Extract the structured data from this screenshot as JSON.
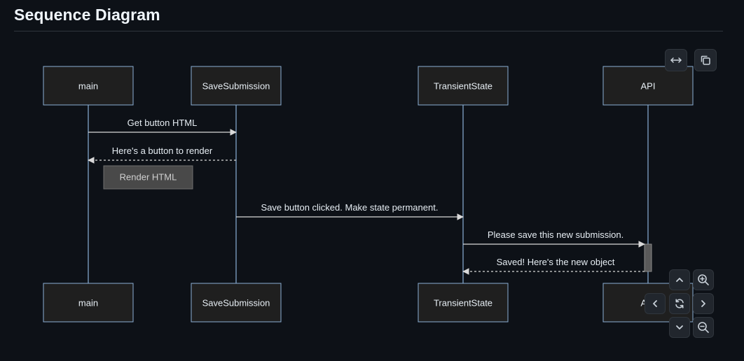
{
  "header": {
    "title": "Sequence Diagram"
  },
  "diagram": {
    "participants": [
      {
        "id": "main",
        "label": "main"
      },
      {
        "id": "save",
        "label": "SaveSubmission"
      },
      {
        "id": "state",
        "label": "TransientState"
      },
      {
        "id": "api",
        "label": "API"
      }
    ],
    "messages": [
      {
        "from": "main",
        "to": "save",
        "label": "Get button HTML",
        "style": "solid"
      },
      {
        "from": "save",
        "to": "main",
        "label": "Here's a button to render",
        "style": "dashed"
      },
      {
        "from": "save",
        "to": "state",
        "label": "Save button clicked. Make state permanent.",
        "style": "solid"
      },
      {
        "from": "state",
        "to": "api",
        "label": "Please save this new submission.",
        "style": "solid"
      },
      {
        "from": "api",
        "to": "state",
        "label": "Saved! Here's the new object",
        "style": "dashed"
      }
    ],
    "note": {
      "over": "main",
      "text": "Render HTML"
    },
    "activation": {
      "on": "api"
    }
  },
  "toolbar": {
    "fullscreen_icon": "expand-horizontal-icon",
    "copy_icon": "copy-icon"
  },
  "nav_controls": {
    "up_icon": "chevron-up-icon",
    "down_icon": "chevron-down-icon",
    "left_icon": "chevron-left-icon",
    "right_icon": "chevron-right-icon",
    "reset_icon": "reset-icon",
    "zoom_in_icon": "zoom-in-icon",
    "zoom_out_icon": "zoom-out-icon"
  },
  "colors": {
    "background": "#0d1117",
    "box_fill": "#1f1f1f",
    "box_stroke": "#8bafd6",
    "lifeline": "#8bafd6",
    "message_line": "#d9d9d9",
    "text": "#e6edf3",
    "note_fill": "#494949",
    "note_stroke": "#6e6e6e",
    "note_text": "#cfcfcf",
    "control_bg": "#21262d",
    "control_border": "#30363d",
    "control_icon": "#c9d1d9"
  }
}
